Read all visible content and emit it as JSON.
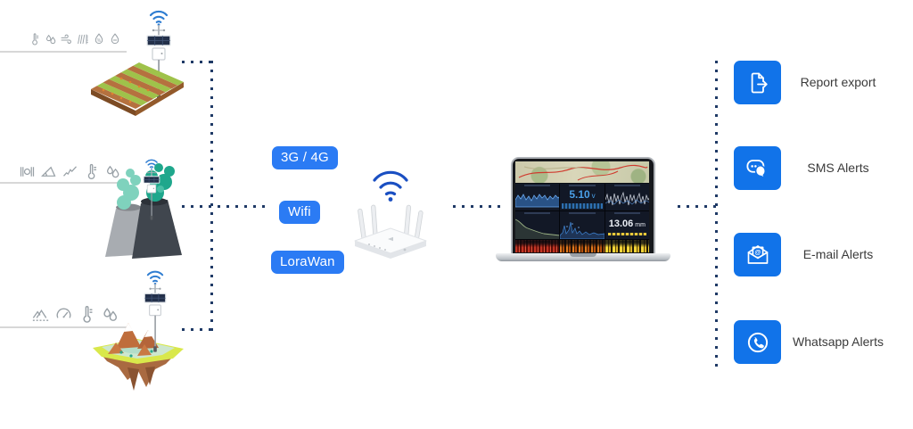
{
  "network": {
    "labels": [
      "3G / 4G",
      "Wifi",
      "LoraWan"
    ]
  },
  "outputs": [
    {
      "label": "Report export",
      "icon": "report-export-icon"
    },
    {
      "label": "SMS Alerts",
      "icon": "sms-icon"
    },
    {
      "label": "E-mail Alerts",
      "icon": "email-icon"
    },
    {
      "label": "Whatsapp Alerts",
      "icon": "whatsapp-icon"
    }
  ],
  "sensor_groups": [
    {
      "name": "agriculture-field",
      "icons": [
        "temperature",
        "rain-drops",
        "wind",
        "rain-gauge",
        "humidity",
        "water-level"
      ]
    },
    {
      "name": "industrial-chimneys",
      "icons": [
        "displacement",
        "inclination",
        "crack",
        "temperature",
        "rain-drops"
      ]
    },
    {
      "name": "terrain-island",
      "icons": [
        "terrain",
        "gauge",
        "temperature",
        "rain-drops"
      ]
    }
  ],
  "dashboard": {
    "voltage_value": "5.10",
    "voltage_unit": "v",
    "distance_value": "13.06",
    "distance_unit": "mm"
  },
  "colors": {
    "pill_blue": "#2b7bf4",
    "output_icon_blue": "#1173e9",
    "dotted_line_navy": "#1f3a66",
    "wifi_blue": "#2f7dd1"
  }
}
